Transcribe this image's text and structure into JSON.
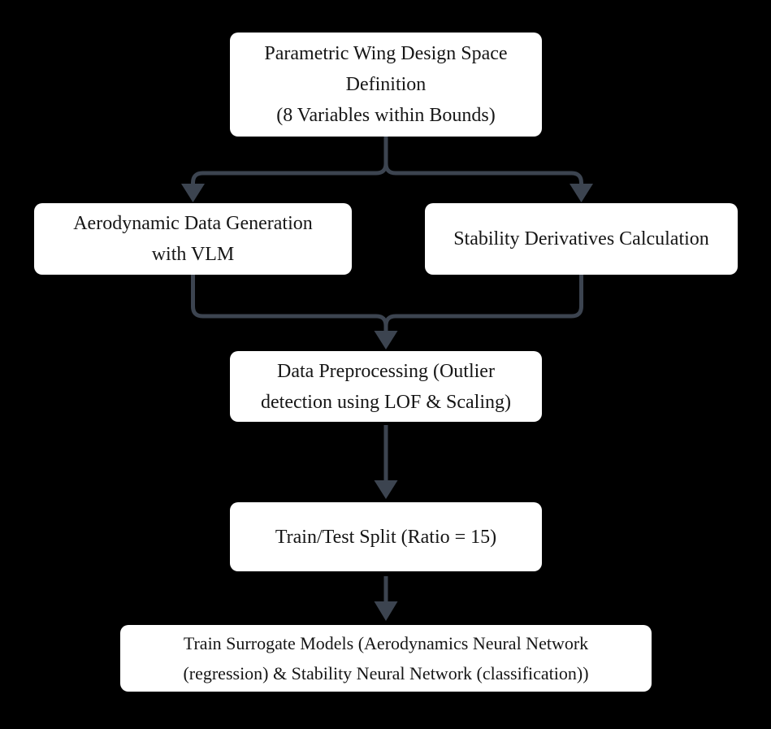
{
  "colors": {
    "background": "#000000",
    "node_fill": "#ffffff",
    "node_text": "#161616",
    "edge": "#3c4450"
  },
  "nodes": {
    "design_space": {
      "text": "Parametric Wing Design Space\nDefinition\n(8 Variables within Bounds)"
    },
    "aero_data": {
      "text": "Aerodynamic Data Generation\nwith VLM"
    },
    "stability_derivatives": {
      "text": "Stability Derivatives Calculation"
    },
    "preprocessing": {
      "text": "Data Preprocessing (Outlier\ndetection using LOF & Scaling)"
    },
    "train_test_split": {
      "text": "Train/Test Split (Ratio = 15)"
    },
    "train_surrogates": {
      "text": "Train Surrogate Models (Aerodynamics Neural Network\n(regression) & Stability Neural Network (classification))"
    }
  }
}
